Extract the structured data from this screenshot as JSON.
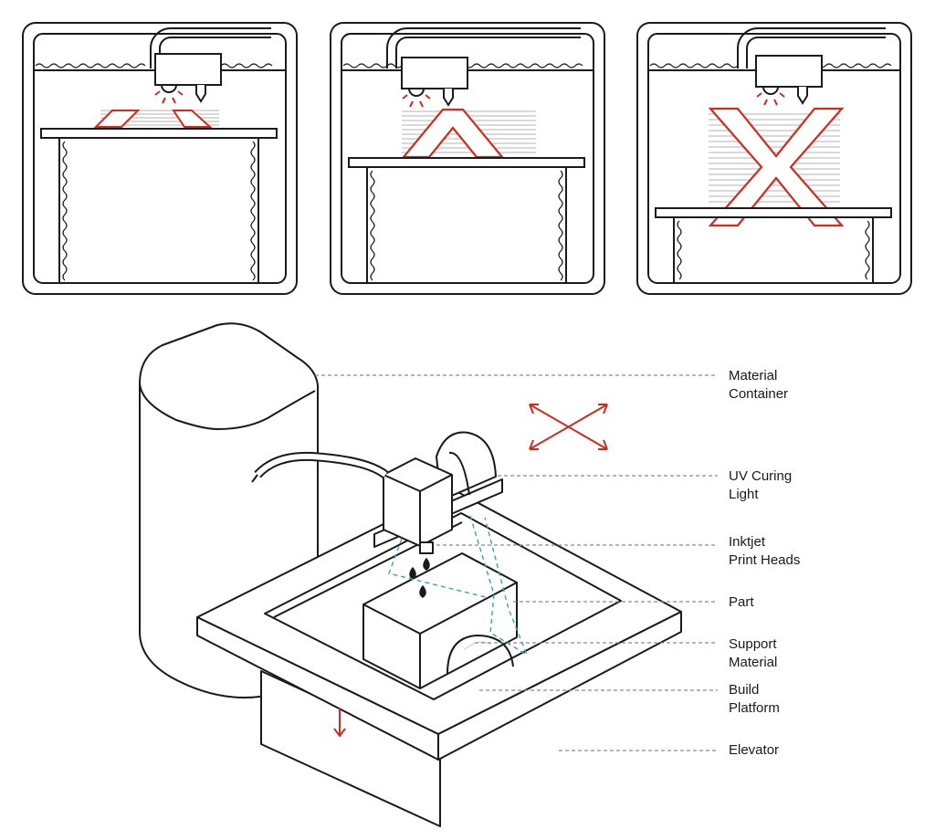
{
  "colors": {
    "line": "#1a1a1a",
    "accent": "#d42a1e",
    "support_path": "#3aa3b2",
    "leader": "#8a8a8a"
  },
  "stages": [
    {
      "name": "print-stage-1",
      "shape": "two-feet"
    },
    {
      "name": "print-stage-2",
      "shape": "inverted-v"
    },
    {
      "name": "print-stage-3",
      "shape": "x-letter"
    }
  ],
  "labels": {
    "material_container": {
      "line1": "Material",
      "line2": "Container"
    },
    "uv_curing_light": {
      "line1": "UV Curing",
      "line2": "Light"
    },
    "inkjet_print_heads": {
      "line1": "Inktjet",
      "line2": "Print Heads"
    },
    "part": {
      "line1": "Part"
    },
    "support_material": {
      "line1": "Support",
      "line2": "Material"
    },
    "build_platform": {
      "line1": "Build",
      "line2": "Platform"
    },
    "elevator": {
      "line1": "Elevator"
    }
  },
  "icons": {
    "motion_arrows": "xy-motion-arrows-icon",
    "down_arrow": "down-arrow-icon"
  }
}
